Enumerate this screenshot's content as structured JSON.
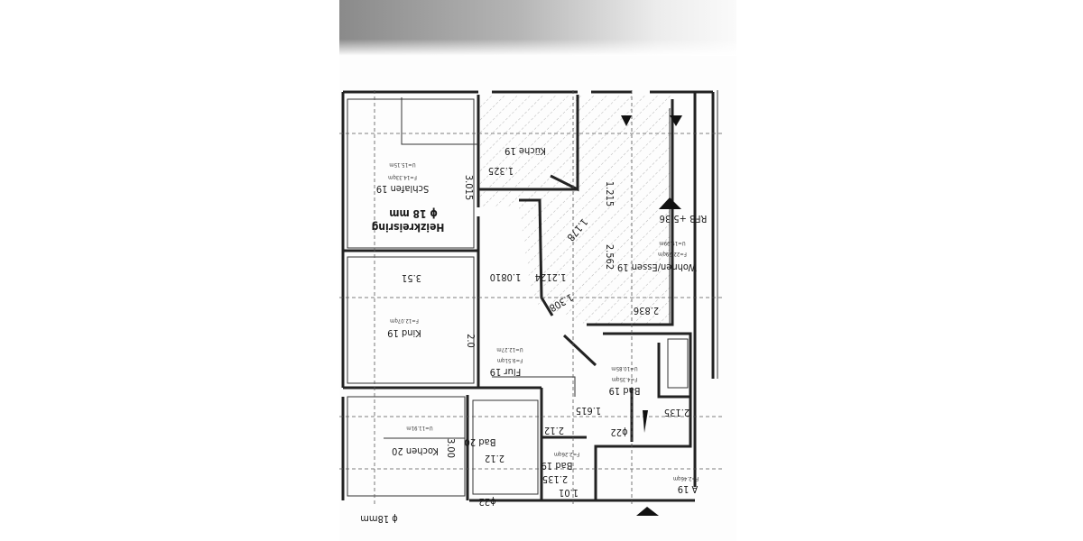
{
  "plan": {
    "orientation": "upside-down scan",
    "rooms": {
      "heating_ring": "Heizkreisring",
      "heating_ring_dia": "ϕ 18 mm",
      "schlafen": "Schlafen 19",
      "schlafen_area": "F=14.33qm",
      "schlafen_u": "U=15.15m",
      "kueche": "Küche 19",
      "wohnen": "Wohnen/Essen 19",
      "wohnen_area": "F=22.79qm",
      "wohnen_u": "U=19.99m",
      "rfb": "RFB +5,36",
      "kind": "Kind 19",
      "kind_area": "F=12.07qm",
      "flur": "Flur 19",
      "flur_area": "F=9.51qm",
      "flur_u": "U=12.27m",
      "bad_right": "Bad 19",
      "bad_right_area": "F=4.35qm",
      "bad_right_u": "U=10.85m",
      "bad_20": "Bad 20",
      "kochen_20": "Kochen 20",
      "kochen_u": "U=11.91m",
      "bad_small": "Bad 19",
      "bad_small_area": "F=2.26qm",
      "a19": "A 19",
      "a19_area": "F=2.46qm"
    },
    "dimensions": {
      "d1": "1.325",
      "d2": "1.215",
      "d3": "1.178",
      "d4": "2.562",
      "d5": "1.0810",
      "d6": "1.2124",
      "d7": "1.308",
      "d8": "2.836",
      "d9": "3.51",
      "d10": "1.615",
      "d11": "2.135",
      "d12": "2.12",
      "d13": "2.135",
      "d14": "ϕ22",
      "d15": "ϕ22",
      "d16": "2.0",
      "d17": "3.00",
      "d18": "3.015",
      "d19": "ϕ 18mm",
      "d20": "1.01",
      "d21": "2.12"
    }
  }
}
